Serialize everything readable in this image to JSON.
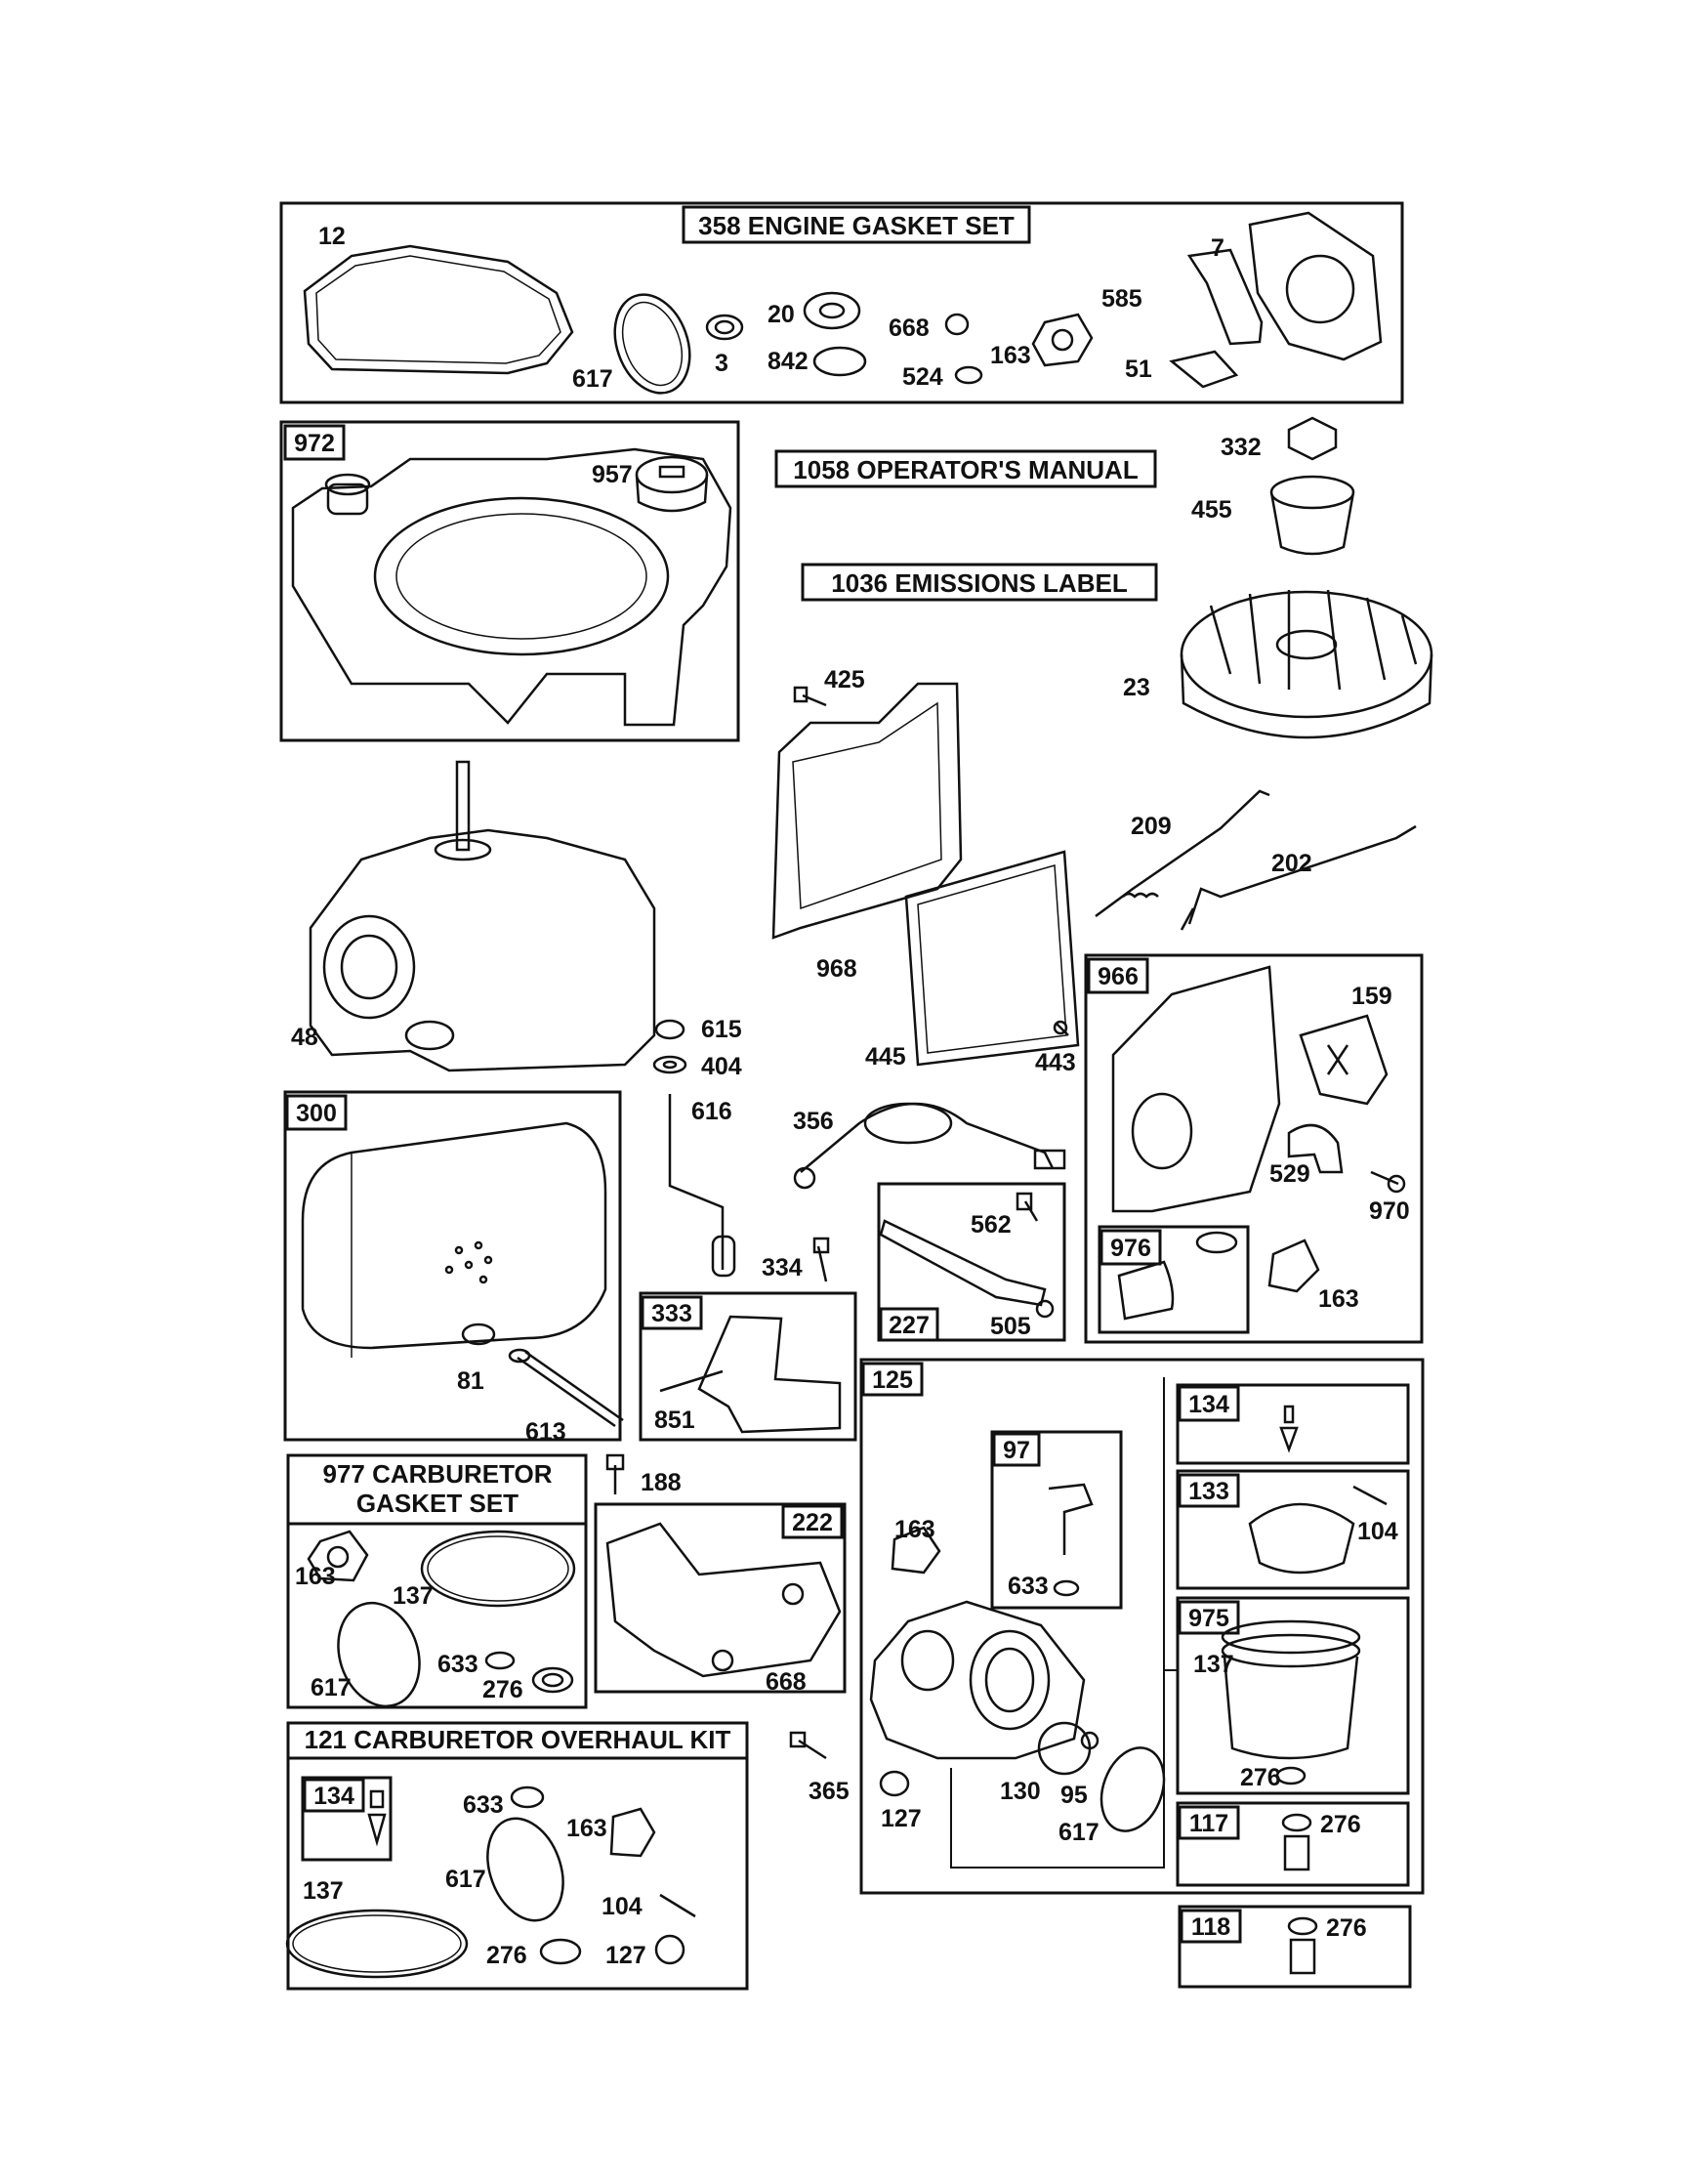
{
  "titles": {
    "engine_gasket_set": "358 ENGINE GASKET SET",
    "operators_manual": "1058 OPERATOR'S MANUAL",
    "emissions_label": "1036 EMISSIONS LABEL",
    "carb_gasket_set_line1": "977 CARBURETOR",
    "carb_gasket_set_line2": "GASKET SET",
    "carb_overhaul_kit": "121 CARBURETOR OVERHAUL KIT"
  },
  "group_numbers": {
    "g972": "972",
    "g966": "966",
    "g300": "300",
    "g976": "976",
    "g333": "333",
    "g227": "227",
    "g125": "125",
    "g222": "222",
    "g97": "97",
    "g134a": "134",
    "g133": "133",
    "g975": "975",
    "g117": "117",
    "g118": "118",
    "g134b": "134"
  },
  "part_labels": {
    "p12": "12",
    "p7": "7",
    "p585": "585",
    "p20": "20",
    "p668a": "668",
    "p842": "842",
    "p617a": "617",
    "p3": "3",
    "p524": "524",
    "p163a": "163",
    "p51": "51",
    "p957": "957",
    "p332": "332",
    "p455": "455",
    "p425": "425",
    "p23": "23",
    "p209": "209",
    "p202": "202",
    "p968": "968",
    "p48": "48",
    "p615": "615",
    "p404": "404",
    "p616": "616",
    "p445": "445",
    "p443": "443",
    "p159": "159",
    "p356": "356",
    "p529": "529",
    "p970": "970",
    "p562": "562",
    "p334": "334",
    "p505": "505",
    "p163b": "163",
    "p81": "81",
    "p613": "613",
    "p851": "851",
    "p188": "188",
    "p163c": "163",
    "p137a": "137",
    "p617b": "617",
    "p633a": "633",
    "p276a": "276",
    "p668b": "668",
    "p163d": "163",
    "p633b": "633",
    "p104a": "104",
    "p137b": "137",
    "p276b": "276",
    "p365": "365",
    "p127a": "127",
    "p130": "130",
    "p95": "95",
    "p617c": "617",
    "p276c": "276",
    "p276d": "276",
    "p633c": "633",
    "p163e": "163",
    "p617d": "617",
    "p137c": "137",
    "p104b": "104",
    "p276e": "276",
    "p127b": "127"
  }
}
